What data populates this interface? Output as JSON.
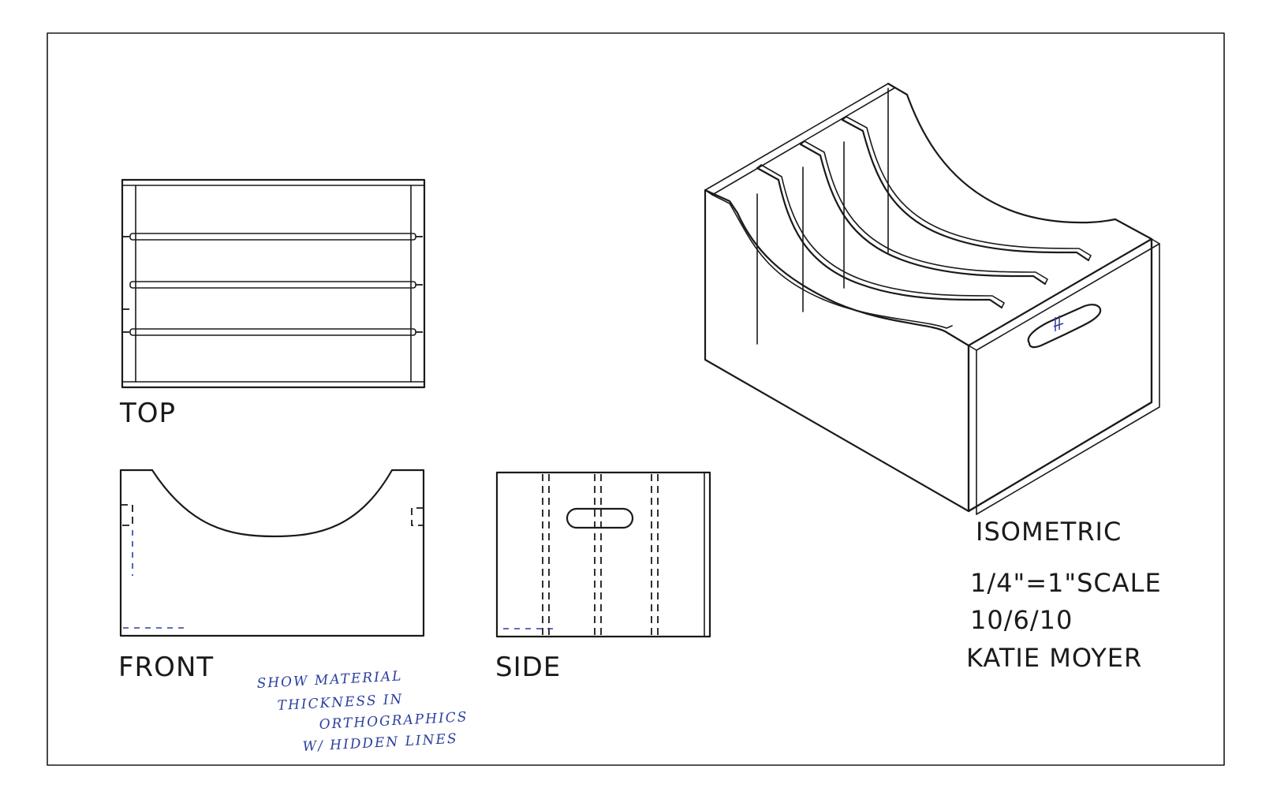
{
  "views": {
    "top_label": "TOP",
    "front_label": "FRONT",
    "side_label": "SIDE",
    "isometric_label": "ISOMETRIC"
  },
  "title_block": {
    "scale": "1/4\"=1\"SCALE",
    "date": "10/6/10",
    "author": "KATIE MOYER"
  },
  "annotation": {
    "lines": [
      "SHOW MATERIAL",
      "THICKNESS IN",
      "ORTHOGRAPHICS",
      "W/ HIDDEN LINES"
    ]
  },
  "colors": {
    "ink": "#1a1a1a",
    "annotation_ink": "#2b3f9e",
    "paper": "#ffffff"
  }
}
